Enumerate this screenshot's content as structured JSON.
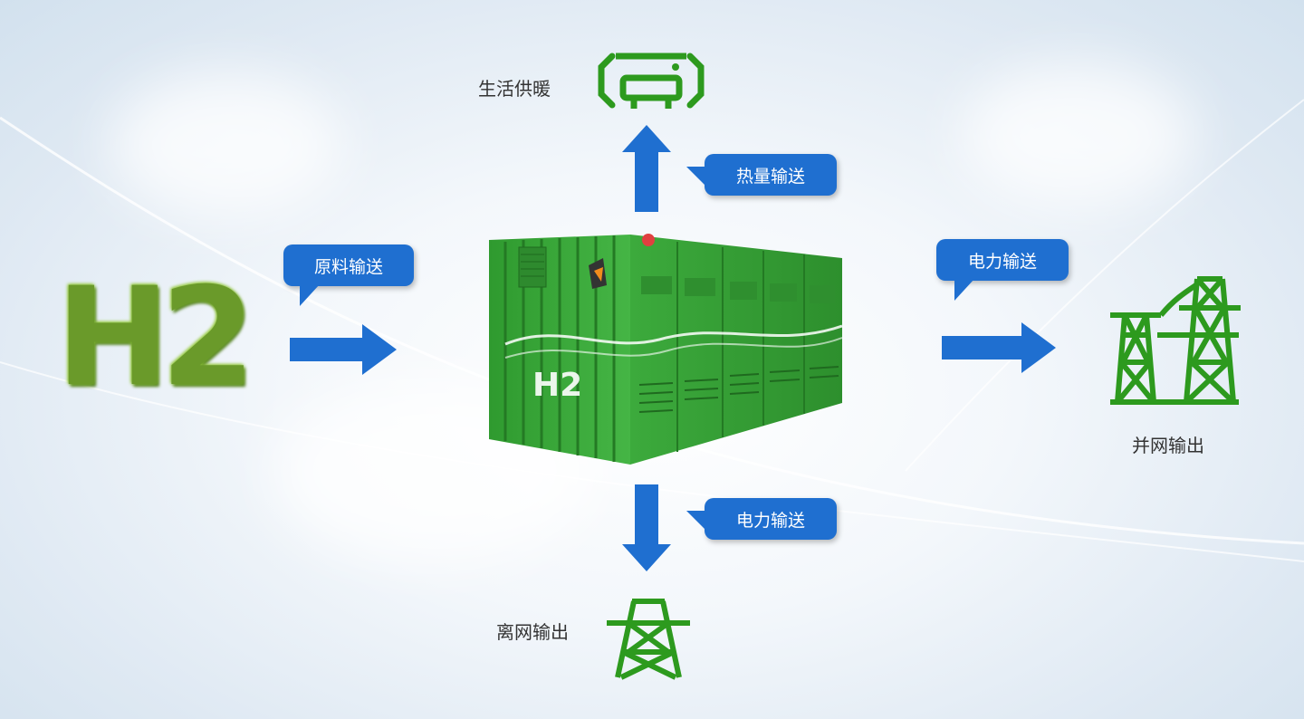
{
  "source": {
    "text": "H2",
    "color": "#6a9a2a"
  },
  "container": {
    "text": "H2",
    "color": "#3aa53a"
  },
  "bubbles": {
    "raw_material": "原料输送",
    "heat": "热量输送",
    "power_grid": "电力输送",
    "power_offgrid": "电力输送"
  },
  "outputs": {
    "heating": "生活供暖",
    "grid": "并网输出",
    "offgrid": "离网输出"
  },
  "colors": {
    "arrow": "#1f6fd0",
    "icon_green": "#2d9a1e",
    "bubble": "#1f6fd0"
  }
}
